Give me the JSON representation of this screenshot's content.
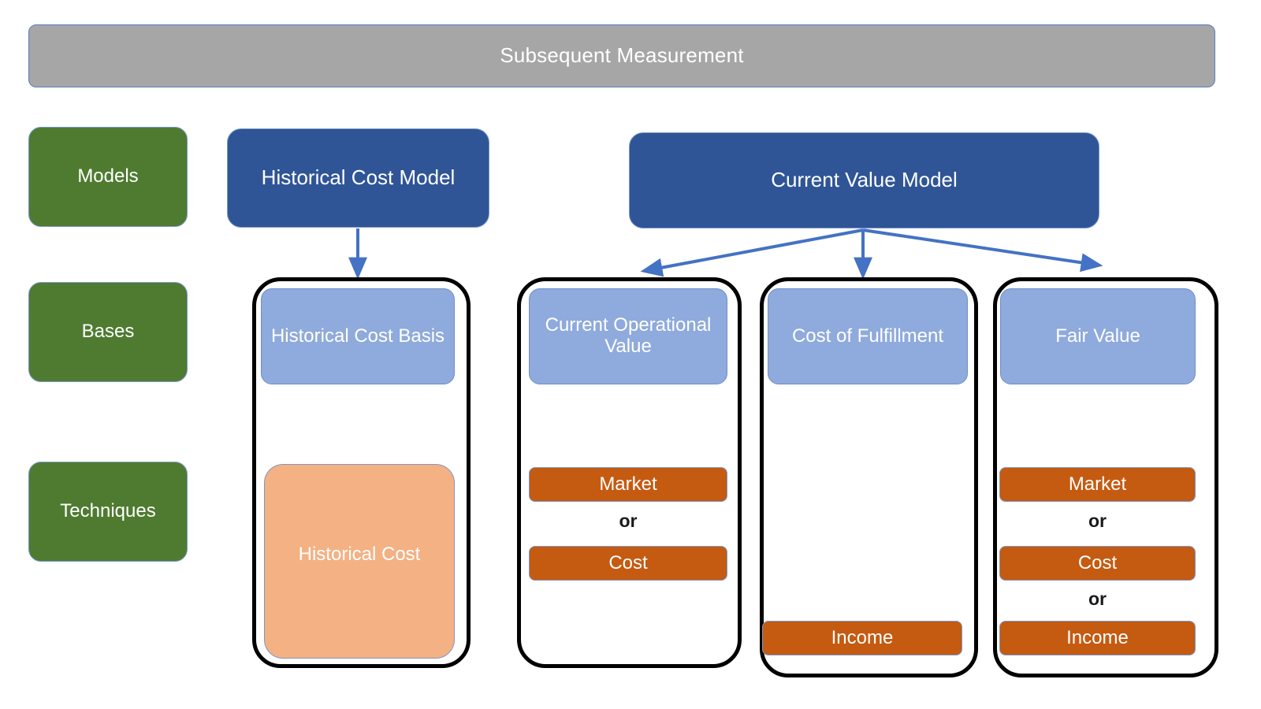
{
  "header": {
    "title": "Subsequent Measurement",
    "bg_color": "#a6a6a6",
    "border_color": "#5c7fba"
  },
  "row_labels": [
    {
      "key": "models",
      "label": "Models"
    },
    {
      "key": "bases",
      "label": "Bases"
    },
    {
      "key": "techniques",
      "label": "Techniques"
    }
  ],
  "models": [
    {
      "key": "historical_cost_model",
      "label": "Historical Cost Model"
    },
    {
      "key": "current_value_model",
      "label": "Current Value Model"
    }
  ],
  "columns": [
    {
      "key": "historical_cost",
      "model": "Historical Cost Model",
      "basis": "Historical Cost Basis",
      "technique_block": "Historical Cost",
      "techniques": []
    },
    {
      "key": "current_operational_value",
      "model": "Current Value Model",
      "basis": "Current Operational Value",
      "techniques": [
        "Market",
        "Cost"
      ],
      "connectors": [
        "or"
      ]
    },
    {
      "key": "cost_of_fulfillment",
      "model": "Current Value Model",
      "basis": "Cost of Fulfillment",
      "techniques": [
        "Income"
      ],
      "connectors": []
    },
    {
      "key": "fair_value",
      "model": "Current Value Model",
      "basis": "Fair Value",
      "techniques": [
        "Market",
        "Cost",
        "Income"
      ],
      "connectors": [
        "or",
        "or"
      ]
    }
  ],
  "connector_word": "or",
  "colors": {
    "header_gray": "#a6a6a6",
    "row_label_green": "#4e7b30",
    "model_blue": "#2f5597",
    "basis_light_blue": "#8faadc",
    "technique_orange": "#c55a11",
    "historical_cost_peach": "#f4b183",
    "arrow_blue": "#4472c4",
    "container_outline": "#000000"
  }
}
